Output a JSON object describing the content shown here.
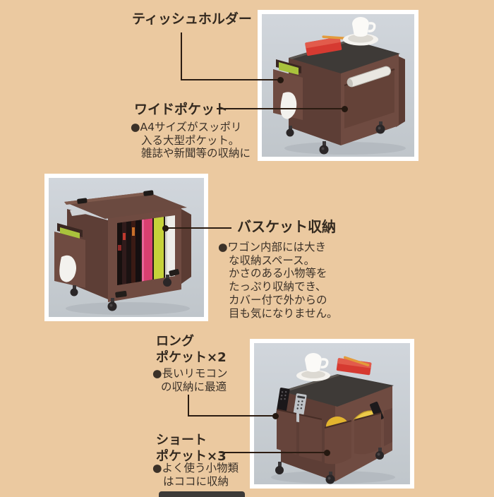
{
  "palette": {
    "page_bg": "#EBC9A0",
    "photo_frame": "#FFFFFF",
    "photo_bg_top": "#D1D6DC",
    "photo_bg_bottom": "#C0C6CB",
    "label_text": "#33291F",
    "body_text": "#3B3128",
    "callout_line": "#2B1C12",
    "wagon_brown": "#6F4B41",
    "wagon_top": "#3E3A37",
    "notebook_red": "#D63A31",
    "tissue_green": "#A9C23C",
    "book_pink": "#D84070",
    "book_chartreuse": "#C6D23A",
    "item_yellow": "#E3B42E"
  },
  "callouts": {
    "tissue_holder": {
      "label": "ティッシュホルダー"
    },
    "wide_pocket": {
      "label": "ワイドポケット",
      "desc": [
        "●A4サイズがスッポリ",
        "入る大型ポケット。",
        "雑誌や新聞等の収納に"
      ]
    },
    "basket_storage": {
      "label": "バスケット収納",
      "desc": [
        "●ワゴン内部には大き",
        "な収納スペース。",
        "かさのある小物等を",
        "たっぷり収納でき、",
        "カバー付で外からの",
        "目も気になりません。"
      ]
    },
    "long_pocket": {
      "label": [
        "ロング",
        "ポケット×2"
      ],
      "desc": [
        "●長いリモコン",
        "の収納に最適"
      ]
    },
    "short_pocket": {
      "label": [
        "ショート",
        "ポケット×3"
      ],
      "desc": [
        "●よく使う小物類",
        "はココに収納"
      ]
    }
  }
}
